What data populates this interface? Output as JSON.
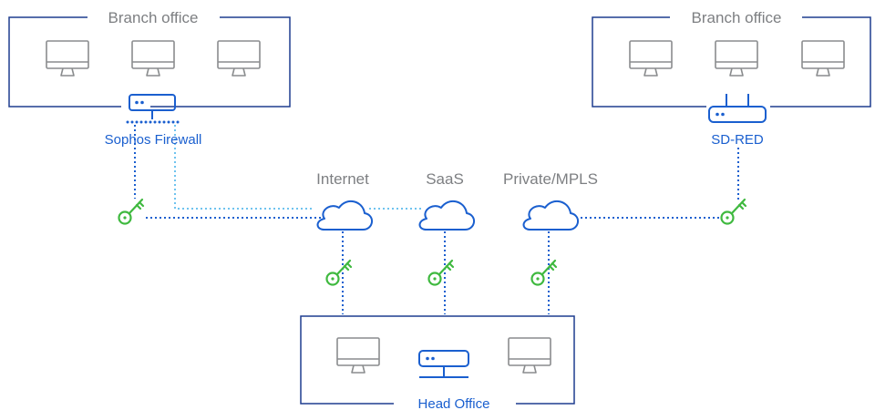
{
  "branch_left": {
    "title": "Branch office",
    "device_label": "Sophos Firewall",
    "monitor_icon": "monitor-icon",
    "device_icon": "firewall-icon"
  },
  "branch_right": {
    "title": "Branch office",
    "device_label": "SD-RED",
    "monitor_icon": "monitor-icon",
    "device_icon": "router-icon"
  },
  "head_office": {
    "title": "Head Office",
    "monitor_icon": "monitor-icon",
    "device_icon": "server-icon"
  },
  "clouds": [
    {
      "label": "Internet",
      "icon": "cloud-icon"
    },
    {
      "label": "SaaS",
      "icon": "cloud-icon"
    },
    {
      "label": "Private/MPLS",
      "icon": "cloud-icon"
    }
  ],
  "keys": {
    "icon": "key-icon",
    "count": 5
  },
  "colors": {
    "box_border": "#1f3d8f",
    "device_blue": "#1a5fcf",
    "light_link": "#6fc3ef",
    "key_green": "#3fb93f",
    "monitor_grey": "#8a8c8e",
    "label_grey": "#7d7f82"
  }
}
